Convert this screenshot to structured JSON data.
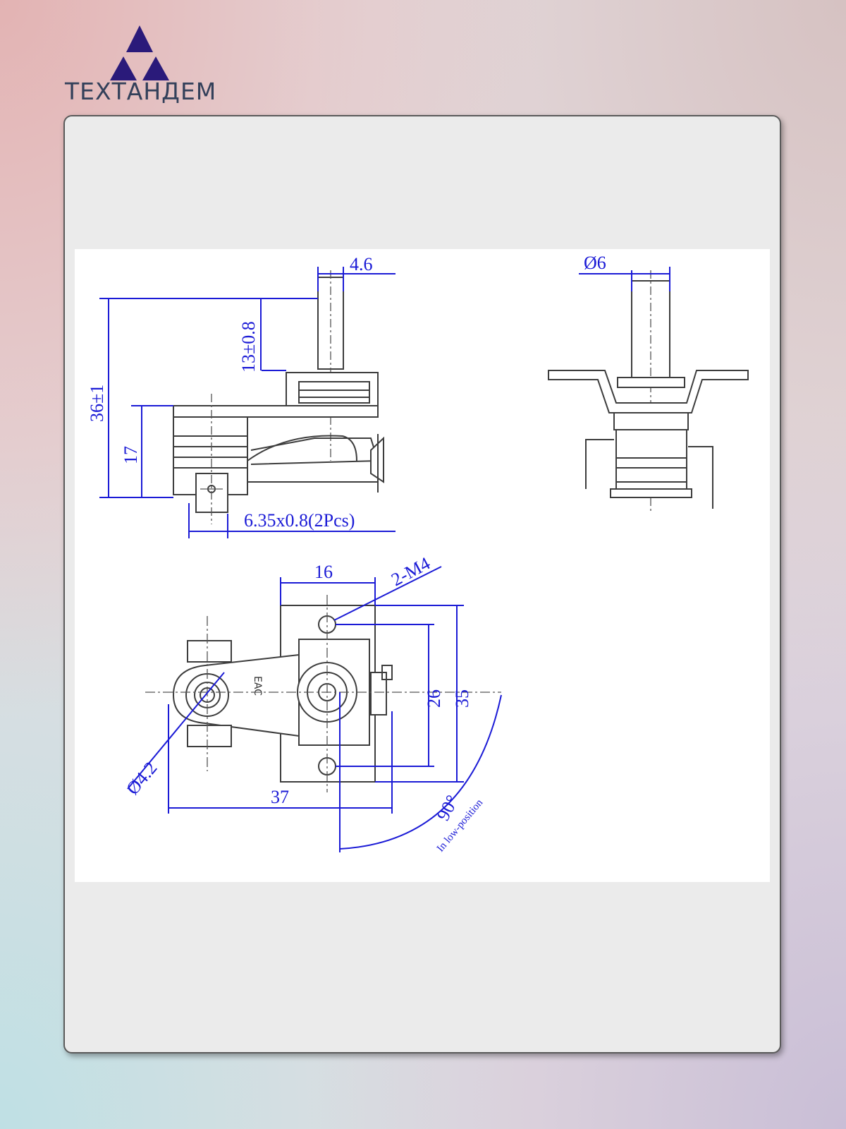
{
  "brand": {
    "name": "ТЕХТАНДЕМ",
    "logo_color": "#2a1a7a",
    "text_color": "#33405a"
  },
  "colors": {
    "dimension": "#1b1bd6",
    "part_outline": "#3d3d3d",
    "panel": "#ebebeb"
  },
  "drawing": {
    "side_view": {
      "shaft_width": "4.6",
      "overall_height": "36±1",
      "shaft_length": "13±0.8",
      "body_height": "17",
      "terminal": "6.35x0.8(2Pcs)"
    },
    "front_view": {
      "shaft_diameter": "Ø6"
    },
    "top_view": {
      "mount_spacing": "16",
      "thread": "2-M4",
      "hole_pitch": "26",
      "base_length": "35",
      "hole_diameter": "Ø4.2",
      "overall_length": "37",
      "rotation_angle": "90°",
      "rotation_note": "In low-position"
    }
  }
}
